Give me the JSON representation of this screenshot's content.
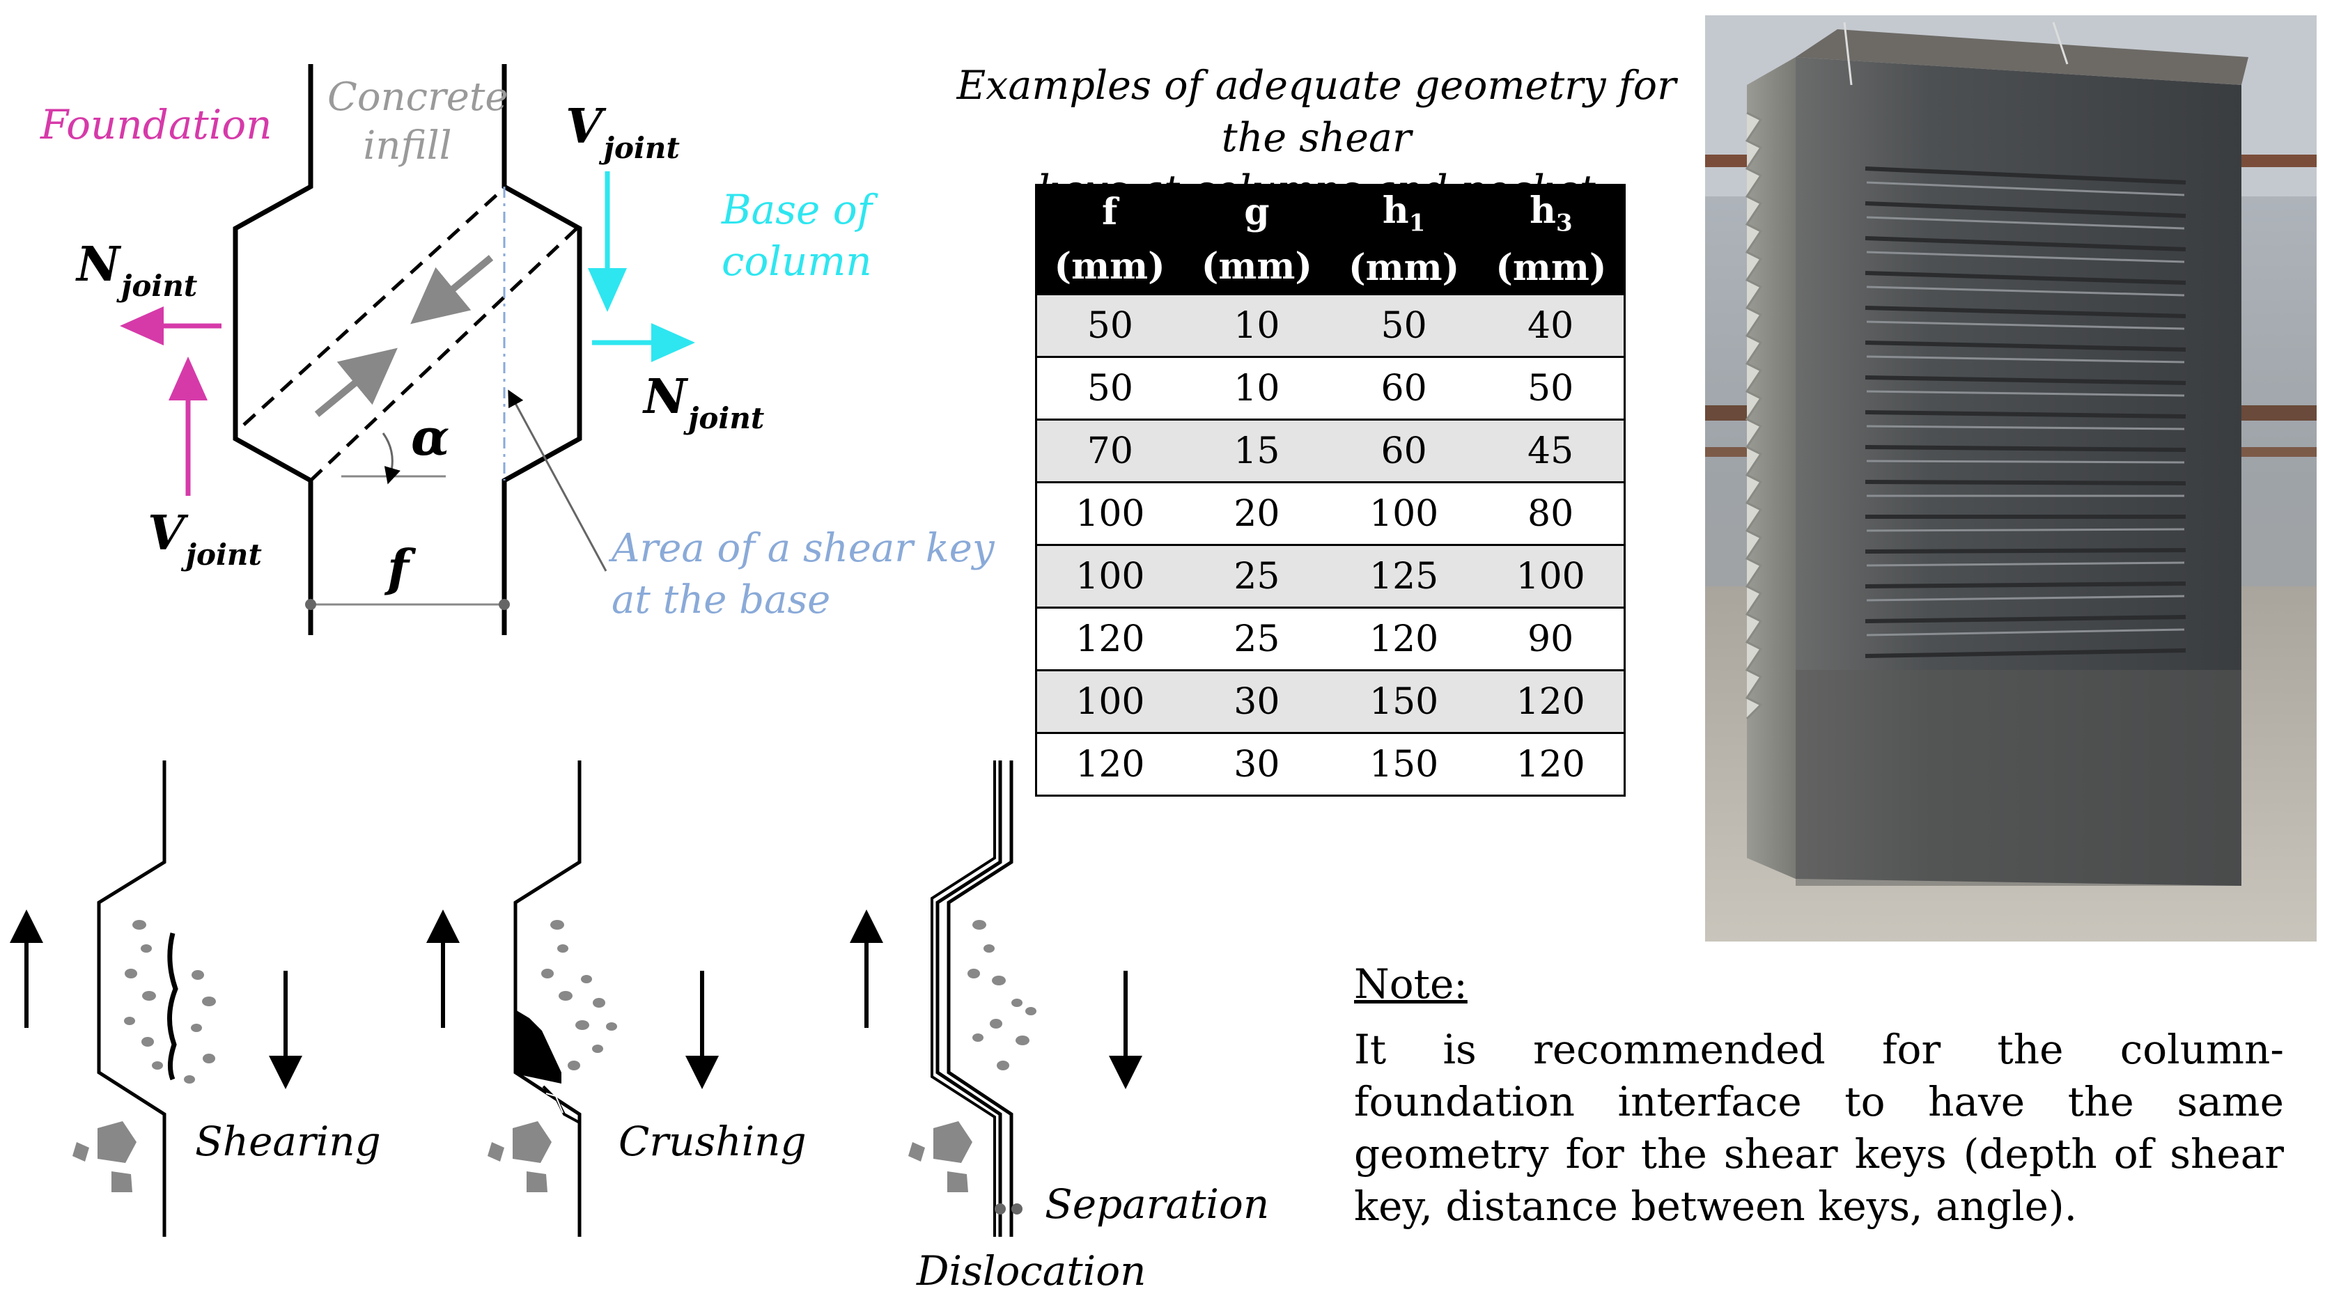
{
  "diagram": {
    "foundation_label": "Foundation",
    "infill_label_line1": "Concrete",
    "infill_label_line2": "infill",
    "v_joint_top": {
      "main": "V",
      "sub": "joint"
    },
    "v_joint_bottom": {
      "main": "V",
      "sub": "joint"
    },
    "n_joint_left": {
      "main": "N",
      "sub": "joint"
    },
    "n_joint_right": {
      "main": "N",
      "sub": "joint"
    },
    "base_label_line1": "Base of",
    "base_label_line2": "column",
    "alpha_label": "α",
    "f_label": "f",
    "area_label_line1": "Area of a shear key",
    "area_label_line2": "at the base"
  },
  "failure_modes": {
    "shearing": "Shearing",
    "crushing": "Crushing",
    "separation": "Separation",
    "dislocation": "Dislocation"
  },
  "table": {
    "caption_line1": "Examples of adequate geometry for the shear",
    "caption_line2": "keys at columns and pocket foundations",
    "headers": [
      {
        "name": "f",
        "sub": "",
        "unit": "(mm)"
      },
      {
        "name": "g",
        "sub": "",
        "unit": "(mm)"
      },
      {
        "name": "h",
        "sub": "1",
        "unit": "(mm)"
      },
      {
        "name": "h",
        "sub": "3",
        "unit": "(mm)"
      }
    ],
    "rows": [
      [
        "50",
        "10",
        "50",
        "40"
      ],
      [
        "50",
        "10",
        "60",
        "50"
      ],
      [
        "70",
        "15",
        "60",
        "45"
      ],
      [
        "100",
        "20",
        "100",
        "80"
      ],
      [
        "100",
        "25",
        "125",
        "100"
      ],
      [
        "120",
        "25",
        "120",
        "90"
      ],
      [
        "100",
        "30",
        "150",
        "120"
      ],
      [
        "120",
        "30",
        "150",
        "120"
      ]
    ]
  },
  "note": {
    "title": "Note:",
    "text": "It is recommended for the column-foundation interface to have the same geometry for the shear keys (depth of shear key, distance between keys, angle)."
  },
  "photo": {
    "caption_on_image": ""
  },
  "colors": {
    "magenta": "#d63aa9",
    "cyan": "#2ee6f0",
    "grey_text": "#9a9a9a",
    "light_blue_text": "#8aaad8"
  }
}
